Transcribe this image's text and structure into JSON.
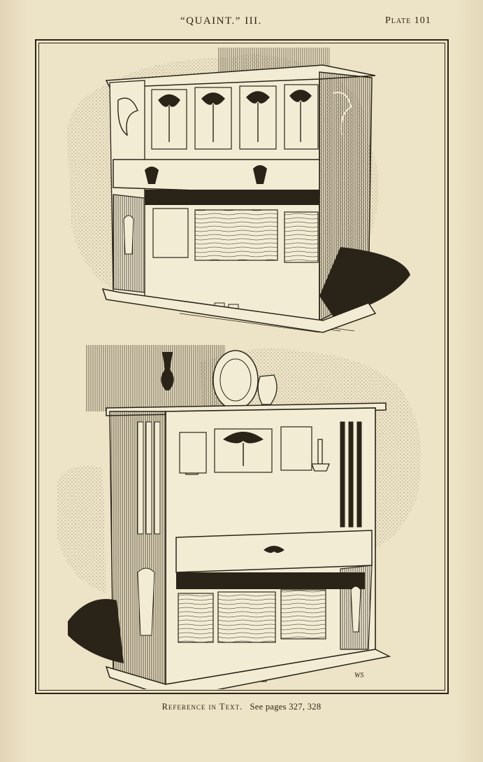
{
  "header": {
    "title": "“QUAINT.” III.",
    "plate": "Plate 101"
  },
  "figures": {
    "top_label": "",
    "bottom_label": "",
    "monogram": "WS"
  },
  "caption": {
    "reference": "Reference in Text.",
    "pages": "See pages 327, 328"
  },
  "colors": {
    "paper": "#ede3c6",
    "ink": "#2a2418"
  }
}
